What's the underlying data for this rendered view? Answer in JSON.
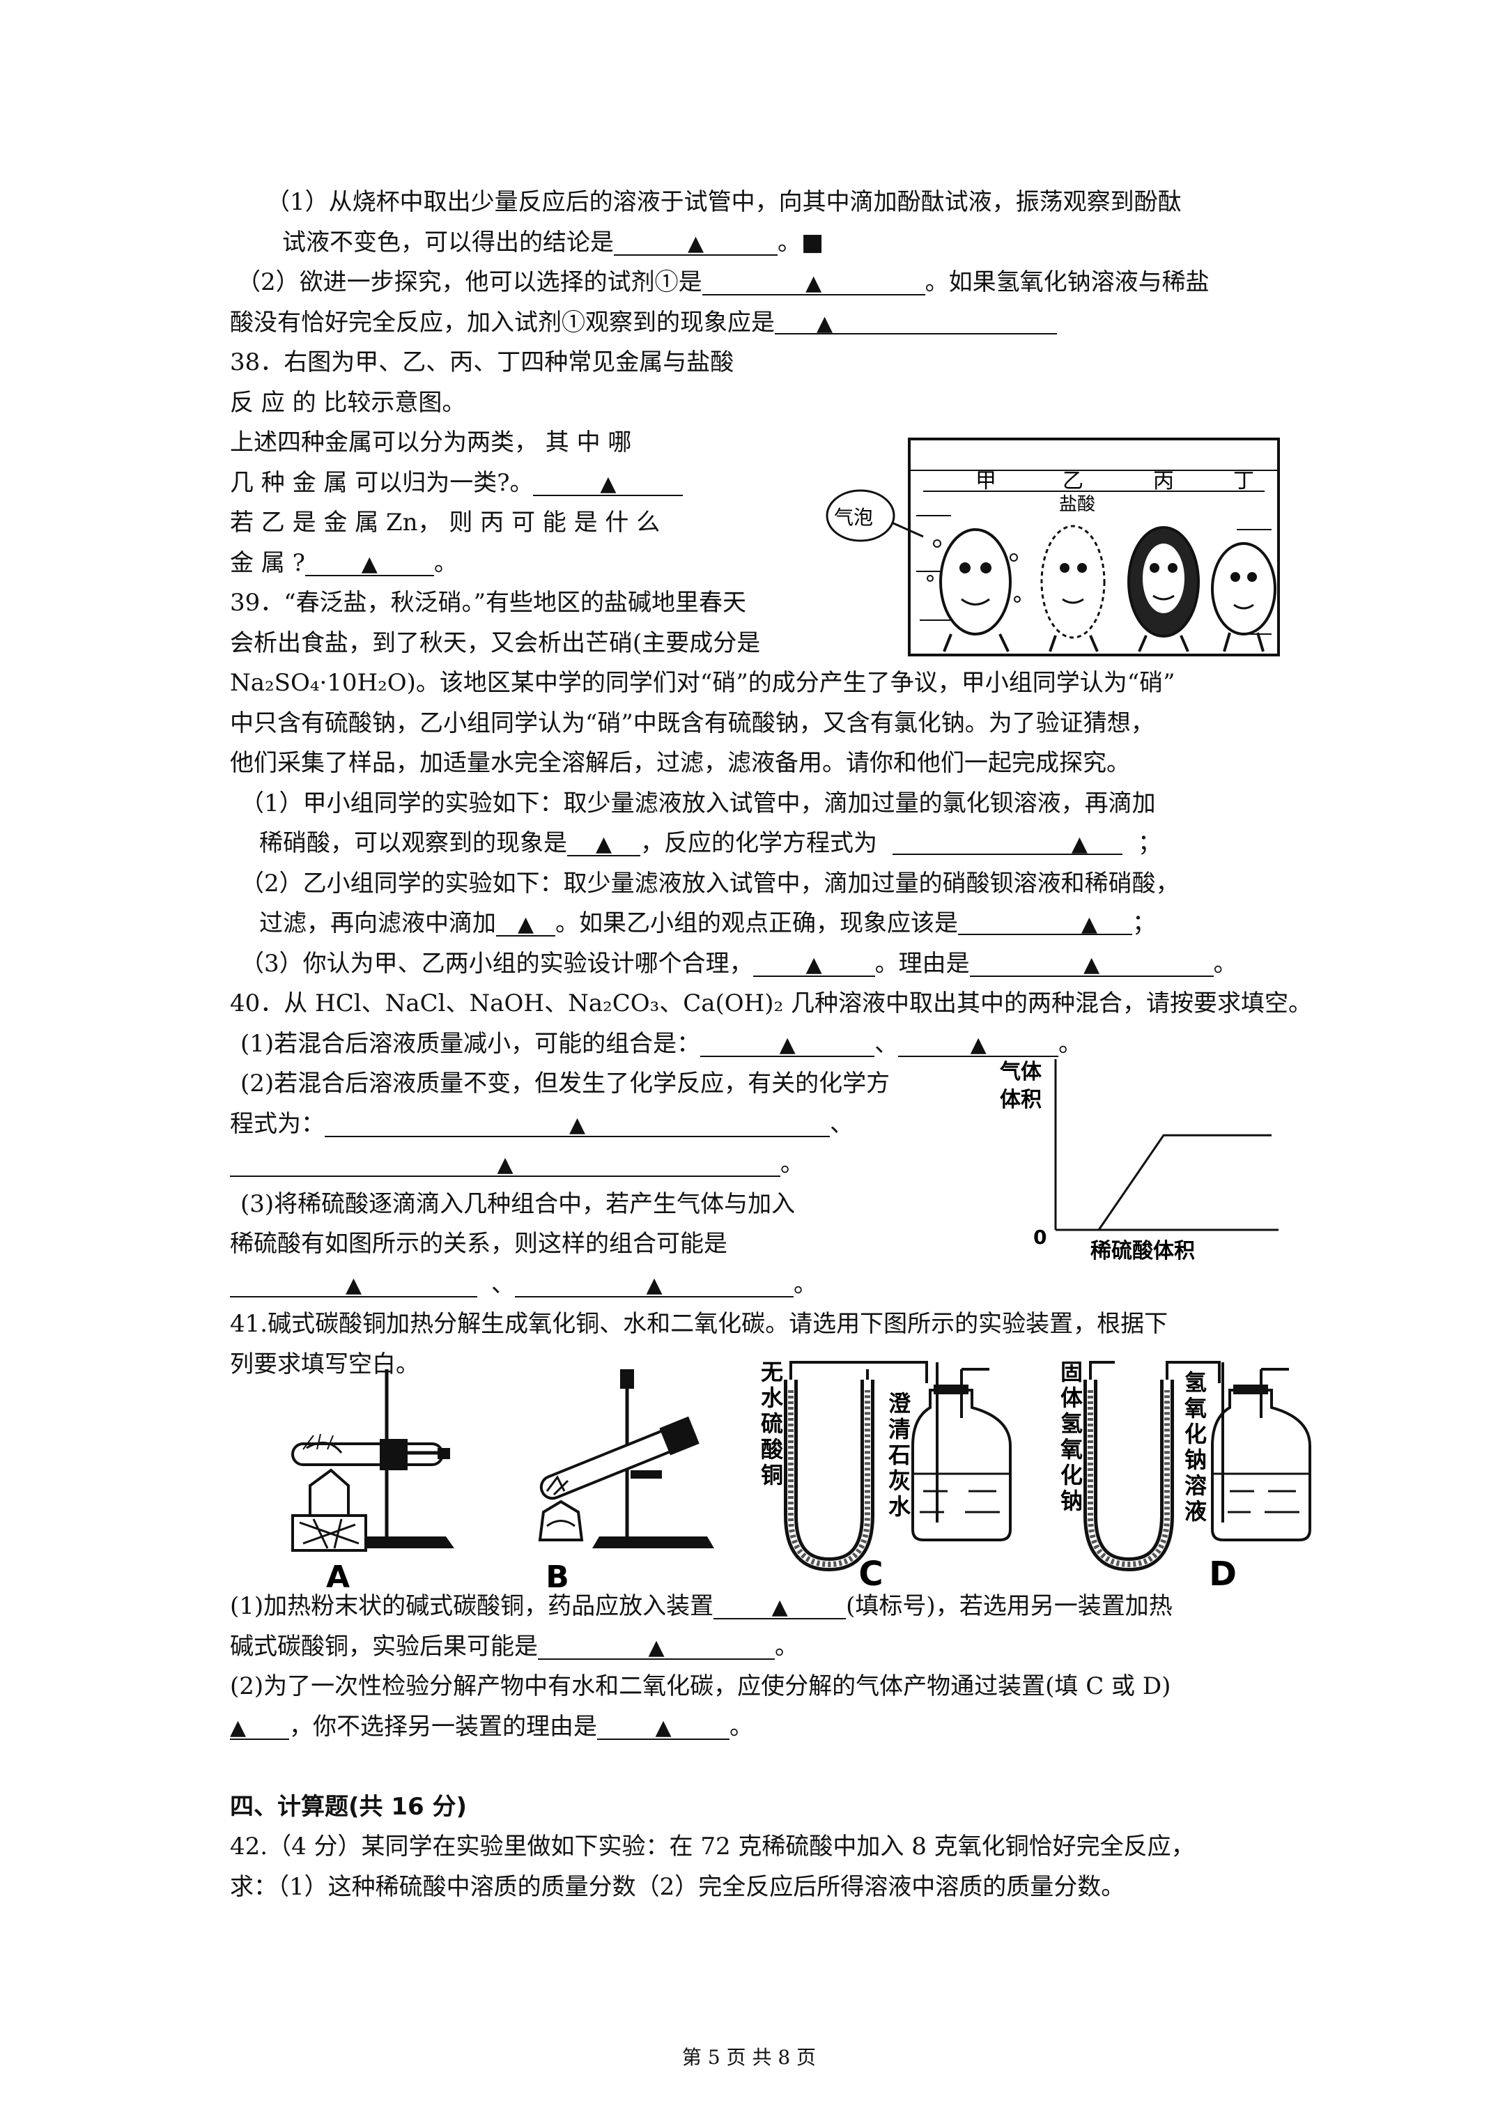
{
  "q37": {
    "p1_a": "（1）从烧杯中取出少量反应后的溶液于试管中，向其中滴加酚酞试液，振荡观察到酚酞",
    "p1_b": "试液不变色，可以得出的结论是",
    "p1_c": "。■",
    "p2_a": "（2）欲进一步探究，他可以选择的试剂①是",
    "p2_b": "。如果氢氧化钠溶液与稀盐",
    "p2_c": "酸没有恰好完全反应，加入试剂①观察到的现象应是"
  },
  "q38": {
    "l1": "38．右图为甲、乙、丙、丁四种常见金属与盐酸",
    "l2": "反 应 的 比较示意图。",
    "l3": "上述四种金属可以分为两类， 其 中 哪",
    "l4": "几 种 金 属 可以归为一类?。",
    "l5": "若 乙 是 金 属 Zn， 则 丙 可 能 是 什 么",
    "l6": "金 属 ?",
    "l6_end": "。",
    "figure": {
      "labels": [
        "甲",
        "乙",
        "丙",
        "丁"
      ],
      "acid": "盐酸",
      "bubble": "气泡"
    }
  },
  "q39": {
    "l1": "39．“春泛盐，秋泛硝。”有些地区的盐碱地里春天",
    "l2": "会析出食盐，到了秋天，又会析出芒硝(主要成分是",
    "l3": "Na₂SO₄·10H₂O)。该地区某中学的同学们对“硝”的成分产生了争议，甲小组同学认为“硝”",
    "l4": "中只含有硫酸钠，乙小组同学认为“硝”中既含有硫酸钠，又含有氯化钠。为了验证猜想，",
    "l5": "他们采集了样品，加适量水完全溶解后，过滤，滤液备用。请你和他们一起完成探究。",
    "s1_a": "（1）甲小组同学的实验如下：取少量滤液放入试管中，滴加过量的氯化钡溶液，再滴加",
    "s1_b": "稀硝酸，可以观察到的现象是",
    "s1_c": "，反应的化学方程式为",
    "s1_d": "；",
    "s2_a": "（2）乙小组同学的实验如下：取少量滤液放入试管中，滴加过量的硝酸钡溶液和稀硝酸，",
    "s2_b": "过滤，再向滤液中滴加",
    "s2_c": "。如果乙小组的观点正确，现象应该是",
    "s2_d": "；",
    "s3_a": "（3）你认为甲、乙两小组的实验设计哪个合理，",
    "s3_b": "。理由是",
    "s3_c": "。"
  },
  "q40": {
    "l1": "40．从 HCl、NaCl、NaOH、Na₂CO₃、Ca(OH)₂ 几种溶液中取出其中的两种混合，请按要求填空。",
    "s1_a": "(1)若混合后溶液质量减小，可能的组合是：",
    "s1_sep": "、",
    "s1_end": "。",
    "s2_a": "(2)若混合后溶液质量不变，但发生了化学反应，有关的化学方",
    "s2_b": "程式为：",
    "s2_sep": "、",
    "s2_end": "。",
    "s3_a": "(3)将稀硫酸逐滴滴入几种组合中，若产生气体与加入",
    "s3_b": "稀硫酸有如图所示的关系，则这样的组合可能是",
    "s3_sep": "、",
    "s3_end": "。",
    "chart_data": {
      "type": "line",
      "ylabel_line1": "气体",
      "ylabel_line2": "体积",
      "xlabel": "稀硫酸体积",
      "origin": "0",
      "x": [
        0,
        2,
        5,
        10
      ],
      "y": [
        0,
        0,
        5,
        5
      ]
    }
  },
  "q41": {
    "l1": "41.碱式碳酸铜加热分解生成氧化铜、水和二氧化碳。请选用下图所示的实验装置，根据下",
    "l2": "列要求填写空白。",
    "fig": {
      "A": "A",
      "B": "B",
      "C": "C",
      "D": "D",
      "c_left": "无水硫酸铜",
      "c_right": "澄清石灰水",
      "d_left": "固体氢氧化钠",
      "d_right": "氢氧化钠溶液"
    },
    "s1_a": "(1)加热粉末状的碱式碳酸铜，药品应放入装置",
    "s1_b": "(填标号)，若选用另一装置加热",
    "s1_c": "碱式碳酸铜，实验后果可能是",
    "s1_d": "。",
    "s2_a": "(2)为了一次性检验分解产物中有水和二氧化碳，应使分解的气体产物通过装置(填 C 或 D)",
    "s2_b": "，你不选择另一装置的理由是",
    "s2_c": "。"
  },
  "section4": {
    "title": "四、计算题(共 16 分)",
    "q42_a": "42.（4 分）某同学在实验里做如下实验：在 72 克稀硫酸中加入 8 克氧化铜恰好完全反应，",
    "q42_b": "求：（1）这种稀硫酸中溶质的质量分数（2）完全反应后所得溶液中溶质的质量分数。"
  },
  "blank_mark": "▲",
  "footer": "第 5 页 共 8 页"
}
